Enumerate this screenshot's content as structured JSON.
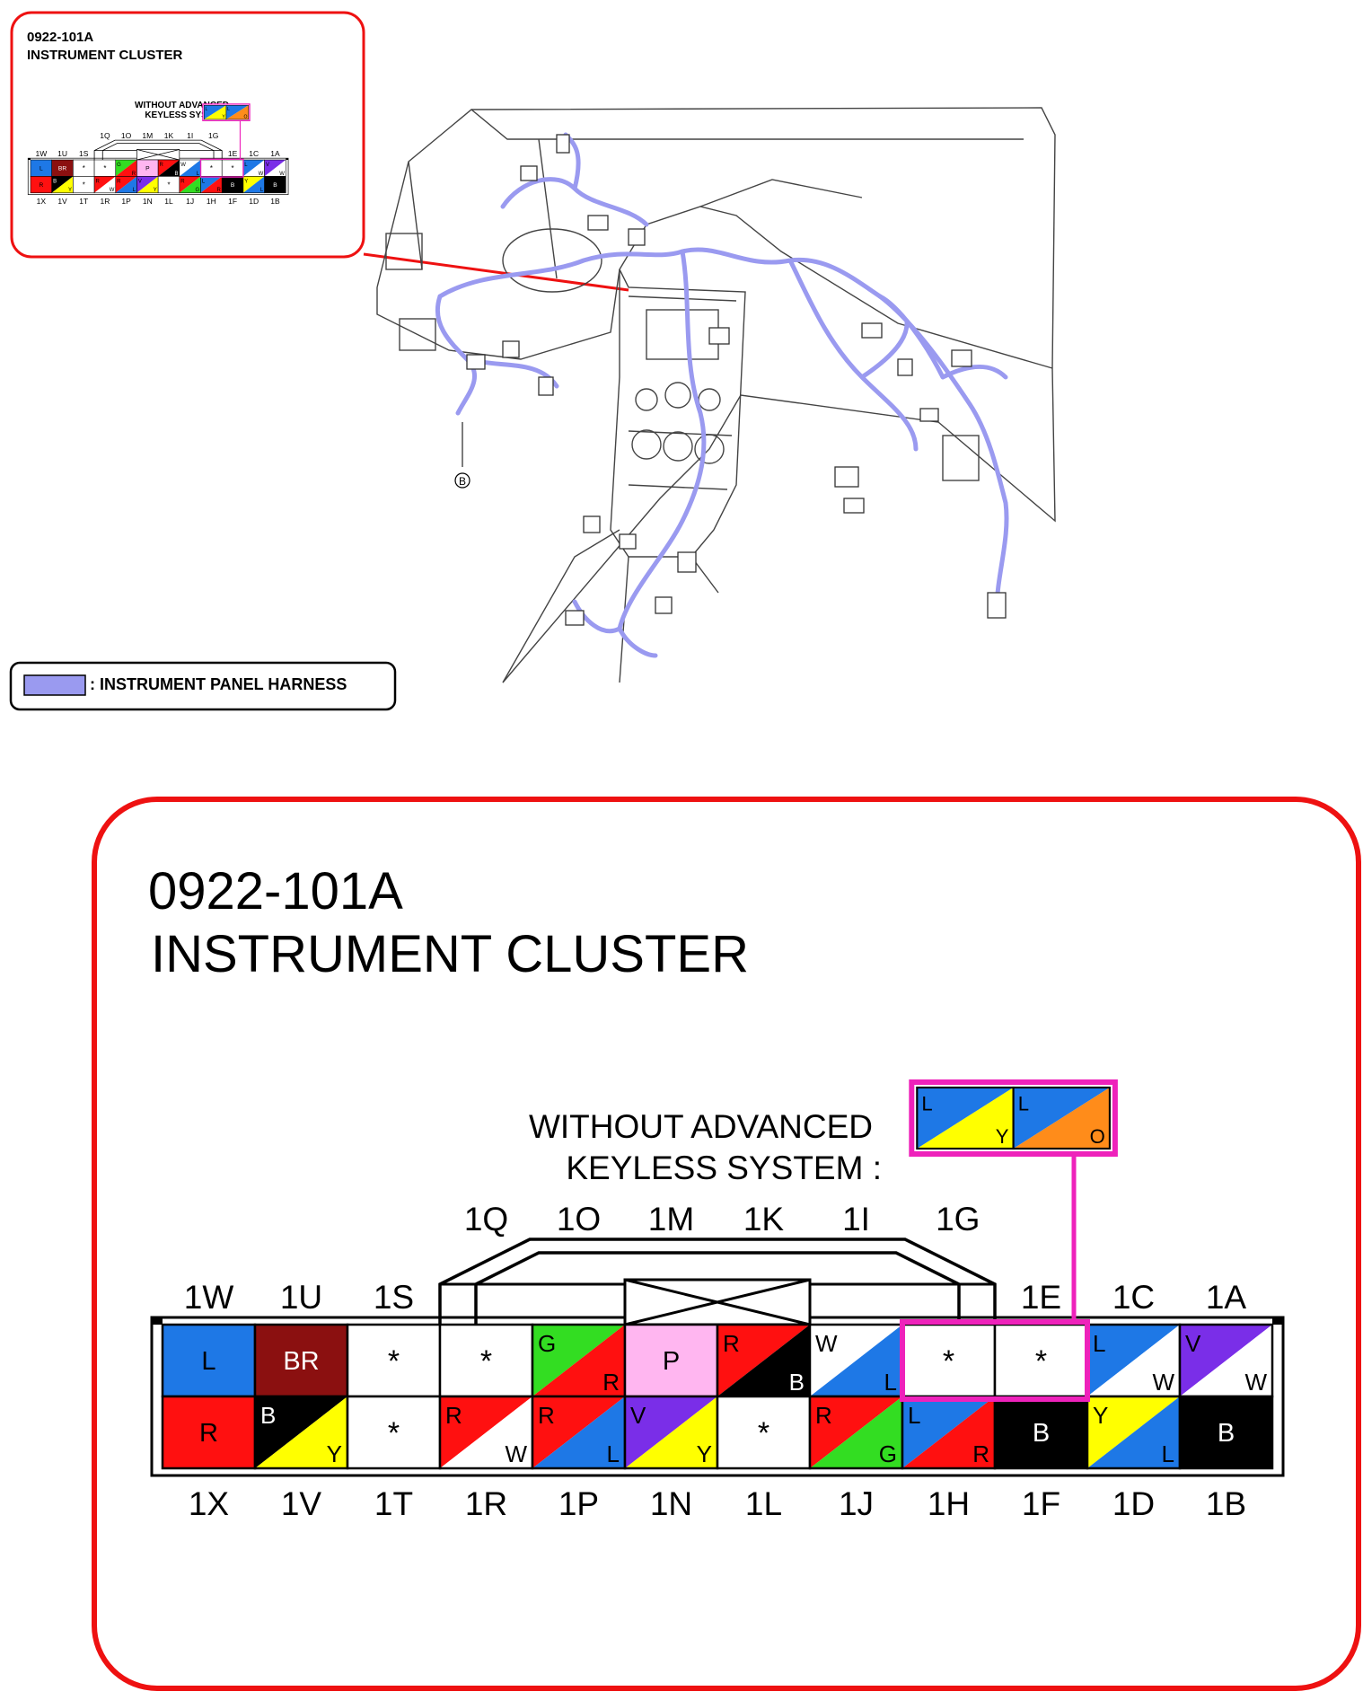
{
  "colors": {
    "L": "#1e78e6",
    "Y": "#ffff00",
    "O": "#ff8c1a",
    "BR": "#8b1010",
    "R": "#ff1010",
    "B": "#000000",
    "G": "#33dd22",
    "P": "#ffb6f0",
    "W": "#ffffff",
    "V": "#7a2ee8",
    "harness": "#9a9af0",
    "frame": "#ee1111",
    "highlight": "#ee22bb"
  },
  "small_diagram": {
    "code": "0922-101A",
    "title": "INSTRUMENT CLUSTER",
    "note_line1": "WITHOUT ADVANCED",
    "note_line2": "KEYLESS SYSTEM :"
  },
  "callout_marker": "B",
  "legend": {
    "label": ": INSTRUMENT PANEL HARNESS"
  },
  "large_diagram": {
    "code": "0922-101A",
    "title": "INSTRUMENT CLUSTER",
    "note_line1": "WITHOUT ADVANCED",
    "note_line2": "KEYLESS SYSTEM :"
  },
  "connector": {
    "keyless_alt": [
      {
        "upper": "L",
        "lower": "Y"
      },
      {
        "upper": "L",
        "lower": "O"
      }
    ],
    "top_labels_outer": [
      "1W",
      "1U",
      "1S",
      "1E",
      "1C",
      "1A"
    ],
    "top_labels_inner": [
      "1Q",
      "1O",
      "1M",
      "1K",
      "1I",
      "1G"
    ],
    "bottom_labels": [
      "1X",
      "1V",
      "1T",
      "1R",
      "1P",
      "1N",
      "1L",
      "1J",
      "1H",
      "1F",
      "1D",
      "1B"
    ],
    "top_row": [
      {
        "solid": "L"
      },
      {
        "solid": "BR"
      },
      {
        "solid": "W",
        "mark": "*"
      },
      {
        "solid": "W",
        "mark": "*"
      },
      {
        "upper": "G",
        "lower": "R"
      },
      {
        "solid": "P"
      },
      {
        "upper": "R",
        "lower": "B"
      },
      {
        "upper": "W",
        "lower": "L"
      },
      {
        "solid": "W",
        "mark": "*"
      },
      {
        "solid": "W",
        "mark": "*"
      },
      {
        "upper": "L",
        "lower": "W"
      },
      {
        "upper": "V",
        "lower": "W"
      }
    ],
    "bottom_row": [
      {
        "solid": "R"
      },
      {
        "upper": "B",
        "lower": "Y"
      },
      {
        "solid": "W",
        "mark": "*"
      },
      {
        "upper": "R",
        "lower": "W"
      },
      {
        "upper": "R",
        "lower": "L"
      },
      {
        "upper": "V",
        "lower": "Y"
      },
      {
        "solid": "W",
        "mark": "*"
      },
      {
        "upper": "R",
        "lower": "G"
      },
      {
        "upper": "L",
        "lower": "R"
      },
      {
        "solid": "B"
      },
      {
        "upper": "Y",
        "lower": "L"
      },
      {
        "solid": "B"
      }
    ]
  }
}
